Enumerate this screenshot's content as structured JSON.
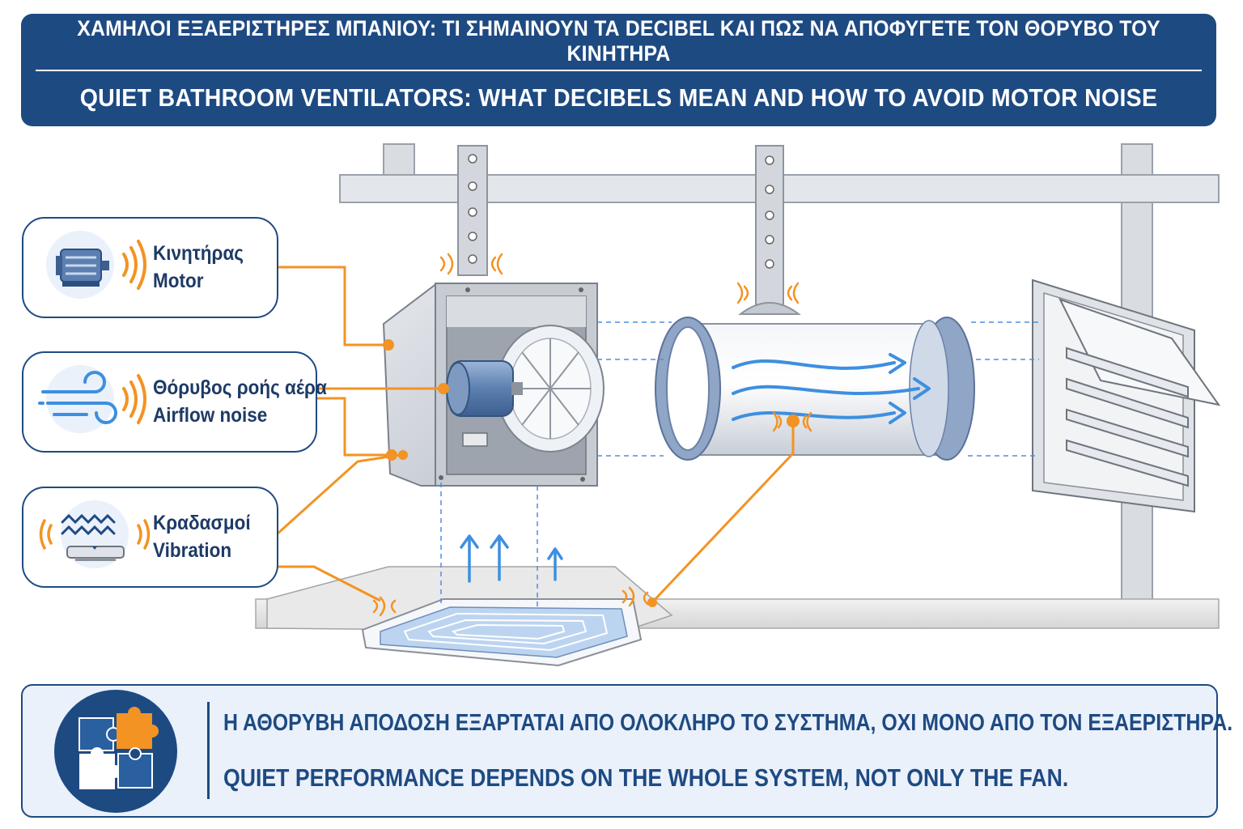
{
  "header": {
    "title_greek": "ΧΑΜΗΛΟΙ ΕΞΑΕΡΙΣΤΗΡΕΣ ΜΠΑΝΙΟΥ: ΤΙ ΣΗΜΑΙΝΟΥΝ ΤΑ DECIBEL ΚΑΙ ΠΩΣ ΝΑ ΑΠΟΦΥΓΕΤΕ ΤΟΝ ΘΟΡΥΒΟ ΤΟΥ ΚΙΝΗΤΗΡΑ",
    "title_english": "QUIET BATHROOM VENTILATORS: WHAT DECIBELS MEAN AND HOW TO AVOID MOTOR NOISE"
  },
  "noise_sources": [
    {
      "greek": "Κινητήρας",
      "english": "Motor",
      "icon": "motor-icon"
    },
    {
      "greek": "Θόρυβος ροής αέρα",
      "english": "Airflow noise",
      "icon": "wind-icon"
    },
    {
      "greek": "Κραδασμοί",
      "english": "Vibration",
      "icon": "vibration-icon"
    }
  ],
  "footer": {
    "greek": "Η ΑΘΟΡΥΒΗ ΑΠΟΔΟΣΗ ΕΞΑΡΤΑΤΑΙ ΑΠΟ ΟΛΟΚΛΗΡΟ ΤΟ ΣΥΣΤΗΜΑ, ΟΧΙ ΜΟΝΟ ΑΠΟ ΤΟΝ ΕΞΑΕΡΙΣΤΗΡΑ.",
    "english": "QUIET PERFORMANCE DEPENDS ON THE WHOLE SYSTEM, NOT ONLY THE FAN.",
    "icon": "puzzle-icon"
  },
  "colors": {
    "navy": "#1e4a82",
    "orange": "#f39323",
    "airflow_blue": "#3d8fe0",
    "steel": "#d7dadf",
    "duct_ring": "#7d97bd",
    "motor_blue": "#5b7fb0"
  }
}
